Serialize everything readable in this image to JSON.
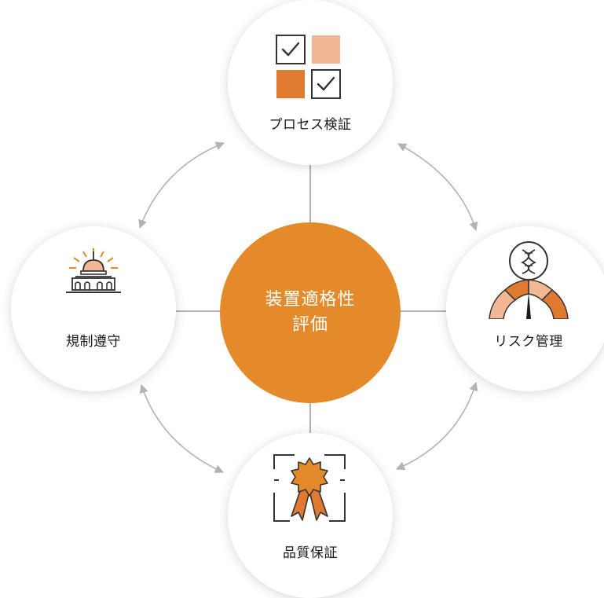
{
  "center": {
    "line1": "装置適格性",
    "line2": "評価"
  },
  "nodes": {
    "top": {
      "label": "プロセス検証",
      "icon": "checklist-grid-icon"
    },
    "right": {
      "label": "リスク管理",
      "icon": "risk-gauge-dna-icon"
    },
    "bottom": {
      "label": "品質保証",
      "icon": "quality-badge-icon"
    },
    "left": {
      "label": "規制遵守",
      "icon": "government-building-icon"
    }
  },
  "colors": {
    "accent": "#e48a2a",
    "accent_dark": "#e07a30",
    "accent_light": "#f2b893",
    "connector": "#b3b3b3",
    "text": "#1a1a1a"
  }
}
